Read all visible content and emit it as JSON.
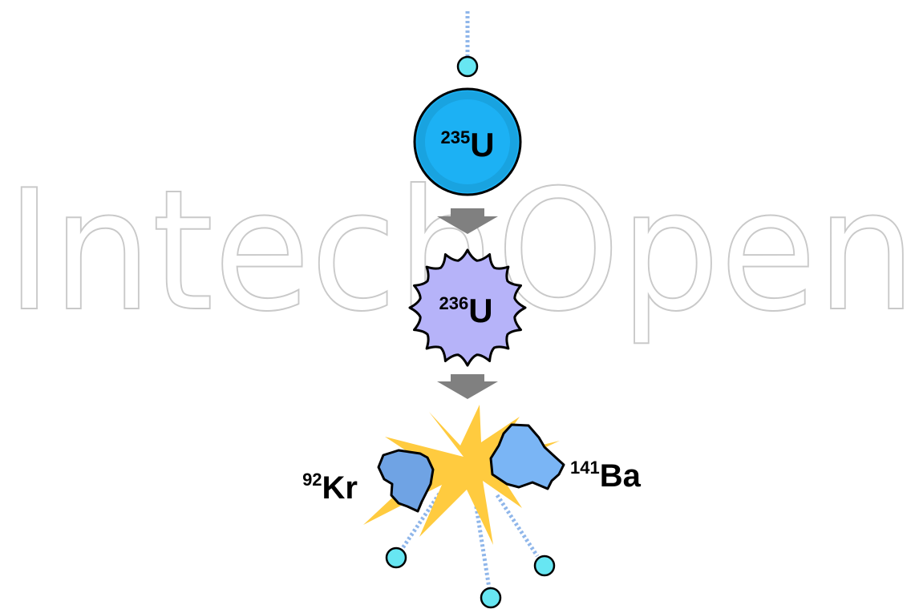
{
  "watermark": {
    "text": "IntechOpen",
    "stroke": "#c9c9c9"
  },
  "neutron": {
    "fill": "#67e6f2",
    "stroke": "#000000",
    "trail_color": "#8fb6ea"
  },
  "uranium235": {
    "mass": "235",
    "symbol": "U",
    "fill": "#1cb1f4"
  },
  "uranium236": {
    "mass": "236",
    "symbol": "U",
    "fill": "#b6b3f9"
  },
  "krypton": {
    "mass": "92",
    "symbol": "Kr",
    "fill": "#6fa3e4"
  },
  "barium": {
    "mass": "141",
    "symbol": "Ba",
    "fill": "#7ab5f5"
  },
  "arrow_color": "#808080",
  "explosion_color": "#ffcb3f"
}
